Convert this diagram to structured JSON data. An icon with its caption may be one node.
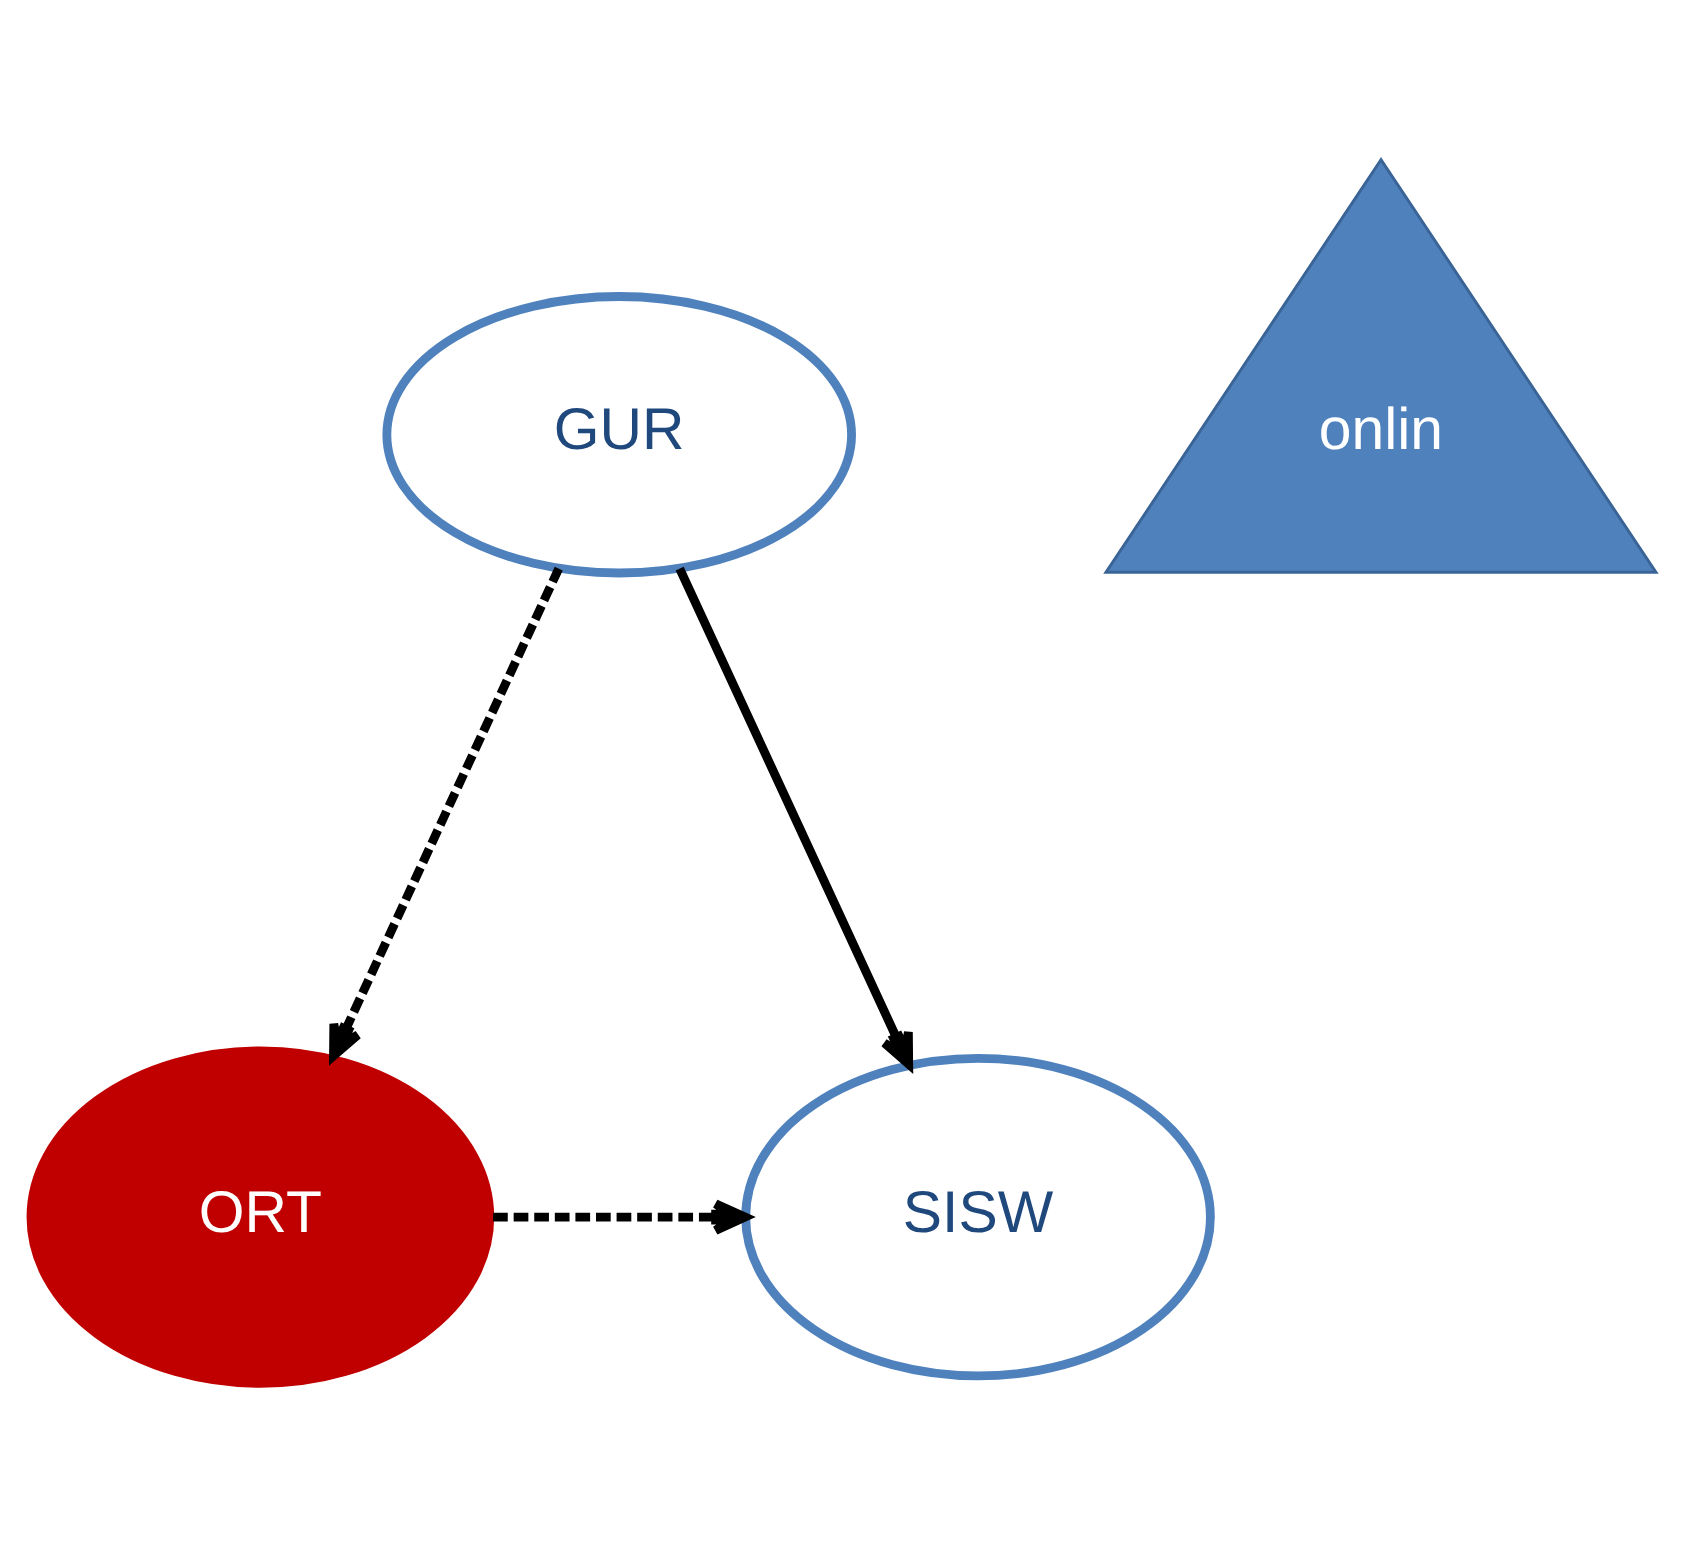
{
  "diagram": {
    "nodes": [
      {
        "text": [
          "GUR"
        ]
      },
      {
        "text": [
          "onlin"
        ]
      },
      {
        "text": [
          "ORT"
        ]
      },
      {
        "text": [
          "SISW"
        ]
      }
    ],
    "edges": [
      {
        "from": 0,
        "to": 2,
        "arrow": "to",
        "style": "dashed"
      },
      {
        "from": 0,
        "to": 3,
        "arrow": "to"
      },
      {
        "from": 2,
        "to": 3,
        "arrow": "to",
        "style": "dashed"
      }
    ]
  }
}
